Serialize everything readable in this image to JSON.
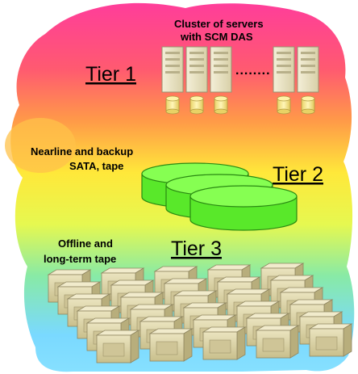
{
  "tiers": [
    {
      "label": "Tier 1",
      "caption_line1": "Cluster of servers",
      "caption_line2": "with SCM DAS",
      "server_gap_text": "........"
    },
    {
      "label": "Tier 2",
      "caption_line1": "Nearline and backup",
      "caption_line2": "SATA, tape"
    },
    {
      "label": "Tier 3",
      "caption_line1": "Offline and",
      "caption_line2": "long-term tape"
    }
  ],
  "colors": {
    "cloud_top": "#ff3d9a",
    "cloud_mid": "#ffe83a",
    "cloud_bottom": "#79d9ff",
    "server_body": "#ece6c8",
    "disk_fill": "#f6e78a",
    "tier2_disk_fill": "#66ff33",
    "tape_fill": "#ddd4a6"
  },
  "icons": {
    "server": "server-icon",
    "disk": "disk-icon",
    "sata_disk": "sata-disk-icon",
    "tape_cartridge": "tape-cartridge-icon"
  }
}
